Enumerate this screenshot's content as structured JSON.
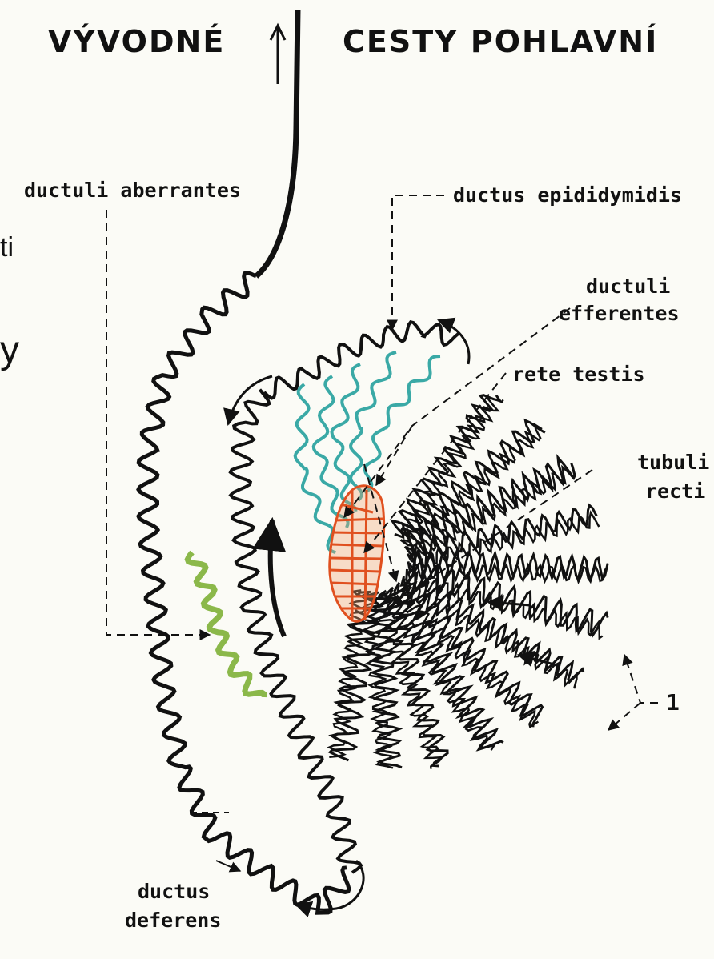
{
  "title": {
    "left": "VÝVODNÉ",
    "right": "CESTY POHLAVNÍ"
  },
  "labels": {
    "ductuli_aberrantes": "ductuli aberrantes",
    "ductus_epididymidis": "ductus epididymidis",
    "ductuli_efferentes_1": "ductuli",
    "ductuli_efferentes_2": "efferentes",
    "rete_testis": "rete testis",
    "tubuli_recti_1": "tubuli",
    "tubuli_recti_2": "recti",
    "marker_1": "1",
    "ductus_deferens_1": "ductus",
    "ductus_deferens_2": "deferens"
  },
  "edge_text": {
    "a": "ti",
    "b": "y"
  },
  "colors": {
    "ink": "#111111",
    "efferentes": "#3aa9a6",
    "rete": "#e0501f",
    "aberrantes": "#8bb84a"
  }
}
